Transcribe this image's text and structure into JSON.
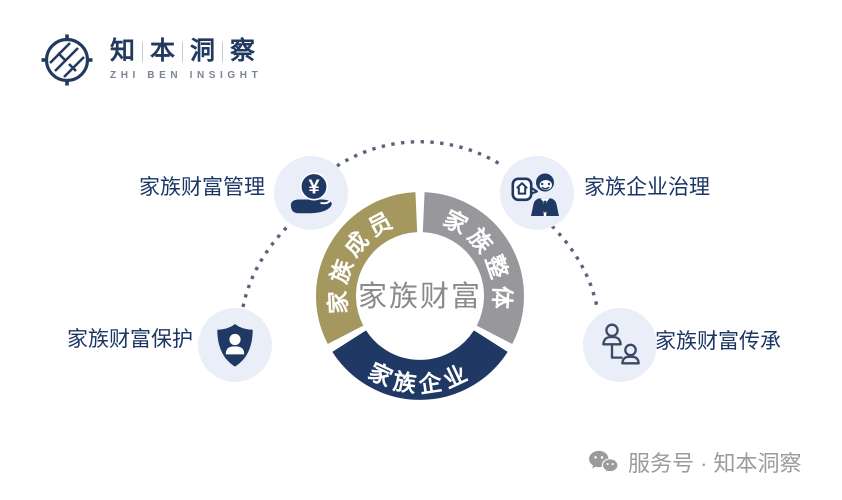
{
  "brand": {
    "chars": [
      "知",
      "本",
      "洞",
      "察"
    ],
    "name": "知本洞察",
    "subtitle": "ZHI BEN INSIGHT"
  },
  "donut": {
    "center_label": "家族财富",
    "segments": [
      {
        "label": "家族成员",
        "color": "#A5985F"
      },
      {
        "label": "家族整体",
        "color": "#98989C"
      },
      {
        "label": "家族企业",
        "color": "#1F3864"
      }
    ]
  },
  "nodes": [
    {
      "id": "wealth-management",
      "label": "家族财富管理",
      "icon": "coin-in-hand-icon"
    },
    {
      "id": "enterprise-governance",
      "label": "家族企业治理",
      "icon": "businessman-speech-icon"
    },
    {
      "id": "wealth-protection",
      "label": "家族财富保护",
      "icon": "shield-person-icon"
    },
    {
      "id": "wealth-succession",
      "label": "家族财富传承",
      "icon": "family-tree-icon"
    }
  ],
  "icons": {
    "coin_symbol": "¥"
  },
  "footer": {
    "label": "服务号 · 知本洞察"
  },
  "colors": {
    "navy": "#1F3864",
    "gold": "#A5985F",
    "gray": "#98989C",
    "light_circle": "#E9EEF8",
    "dash_line": "#5A6377",
    "label_navy": "#1C3664",
    "muted_gray": "#9B9B9D",
    "center_text_gray": "#8A8A8C"
  }
}
